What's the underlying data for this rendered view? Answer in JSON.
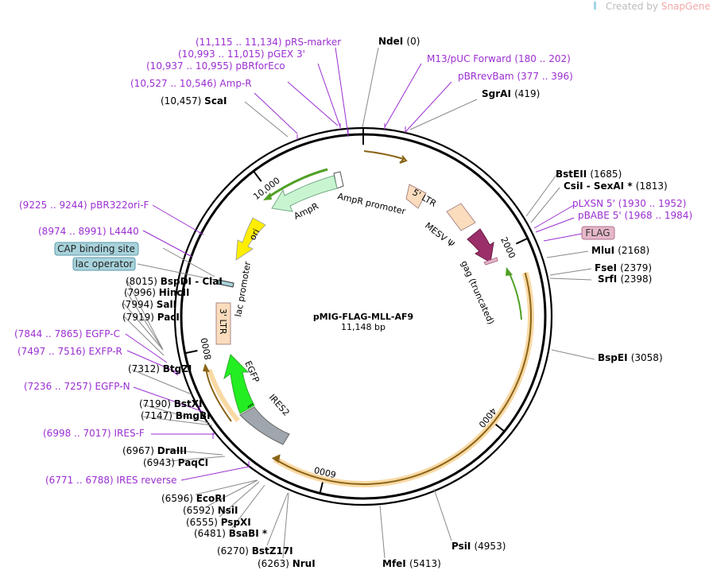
{
  "watermark": {
    "prefix": "Created by ",
    "brand": "SnapGene"
  },
  "plasmid": {
    "name": "pMIG-FLAG-MLL-AF9",
    "size_label": "11,148 bp",
    "length": 11148
  },
  "ticks": [
    {
      "pos": 0,
      "label": ""
    },
    {
      "pos": 2000,
      "label": "2000"
    },
    {
      "pos": 4000,
      "label": "4000"
    },
    {
      "pos": 6000,
      "label": "6000"
    },
    {
      "pos": 8000,
      "label": "8000"
    },
    {
      "pos": 10000,
      "label": "10,000"
    }
  ],
  "sites": [
    {
      "pos_label": "(11,115 .. 11,134)",
      "name": "pRS-marker",
      "kind": "primer",
      "pos": 11124
    },
    {
      "pos_label": "(10,993 .. 11,015)",
      "name": "pGEX 3'",
      "kind": "primer",
      "pos": 11004
    },
    {
      "pos_label": "(10,937 .. 10,955)",
      "name": "pBRforEco",
      "kind": "primer",
      "pos": 10946
    },
    {
      "pos_label": "(10,527 .. 10,546)",
      "name": "Amp-R",
      "kind": "primer",
      "pos": 10536
    },
    {
      "pos_label": "(10,457)",
      "name": "ScaI",
      "kind": "enzyme",
      "pos": 10457
    },
    {
      "pos_label": "(0)",
      "name": "NdeI",
      "kind": "enzyme",
      "pos": 0
    },
    {
      "pos_label": "(180 .. 202)",
      "name": "M13/pUC Forward",
      "kind": "primer",
      "pos": 191
    },
    {
      "pos_label": "(377 .. 396)",
      "name": "pBRrevBam",
      "kind": "primer",
      "pos": 386
    },
    {
      "pos_label": "(419)",
      "name": "SgrAI",
      "kind": "enzyme",
      "pos": 419
    },
    {
      "pos_label": "(1685)",
      "name": "BstEII",
      "kind": "enzyme",
      "pos": 1685
    },
    {
      "pos_label": "(1813)",
      "name": "CsiI  - SexAI *",
      "kind": "enzyme",
      "pos": 1813
    },
    {
      "pos_label": "(1930 .. 1952)",
      "name": "pLXSN 5'",
      "kind": "primer",
      "pos": 1941
    },
    {
      "pos_label": "(1968 .. 1984)",
      "name": "pBABE 5'",
      "kind": "primer",
      "pos": 1976
    },
    {
      "pos_label": "(2168)",
      "name": "MluI",
      "kind": "enzyme",
      "pos": 2168
    },
    {
      "pos_label": "(2379)",
      "name": "FseI",
      "kind": "enzyme",
      "pos": 2379
    },
    {
      "pos_label": "(2398)",
      "name": "SrfI",
      "kind": "enzyme",
      "pos": 2398
    },
    {
      "pos_label": "(3058)",
      "name": "BspEI",
      "kind": "enzyme",
      "pos": 3058
    },
    {
      "pos_label": "(4953)",
      "name": "PsiI",
      "kind": "enzyme",
      "pos": 4953
    },
    {
      "pos_label": "(5413)",
      "name": "MfeI",
      "kind": "enzyme",
      "pos": 5413
    },
    {
      "pos_label": "(6263)",
      "name": "NruI",
      "kind": "enzyme",
      "pos": 6263
    },
    {
      "pos_label": "(6270)",
      "name": "BstZ17I",
      "kind": "enzyme",
      "pos": 6270
    },
    {
      "pos_label": "(6481)",
      "name": "BsaBI *",
      "kind": "enzyme",
      "pos": 6481
    },
    {
      "pos_label": "(6555)",
      "name": "PspXI",
      "kind": "enzyme",
      "pos": 6555
    },
    {
      "pos_label": "(6592)",
      "name": "NsiI",
      "kind": "enzyme",
      "pos": 6592
    },
    {
      "pos_label": "(6596)",
      "name": "EcoRI",
      "kind": "enzyme",
      "pos": 6596
    },
    {
      "pos_label": "(6771 .. 6788)",
      "name": "IRES reverse",
      "kind": "primer",
      "pos": 6780
    },
    {
      "pos_label": "(6943)",
      "name": "PaqCI",
      "kind": "enzyme",
      "pos": 6943
    },
    {
      "pos_label": "(6967)",
      "name": "DraIII",
      "kind": "enzyme",
      "pos": 6967
    },
    {
      "pos_label": "(6998 .. 7017)",
      "name": "IRES-F",
      "kind": "primer",
      "pos": 7008
    },
    {
      "pos_label": "(7147)",
      "name": "BmgBI",
      "kind": "enzyme",
      "pos": 7147
    },
    {
      "pos_label": "(7190)",
      "name": "BstXI",
      "kind": "enzyme",
      "pos": 7190
    },
    {
      "pos_label": "(7236 .. 7257)",
      "name": "EGFP-N",
      "kind": "primer",
      "pos": 7246
    },
    {
      "pos_label": "(7312)",
      "name": "BtgZI",
      "kind": "enzyme",
      "pos": 7312
    },
    {
      "pos_label": "(7497 .. 7516)",
      "name": "EXFP-R",
      "kind": "primer",
      "pos": 7506
    },
    {
      "pos_label": "(7844 .. 7865)",
      "name": "EGFP-C",
      "kind": "primer",
      "pos": 7854
    },
    {
      "pos_label": "(7919)",
      "name": "PacI",
      "kind": "enzyme",
      "pos": 7919
    },
    {
      "pos_label": "(7994)",
      "name": "SalI",
      "kind": "enzyme",
      "pos": 7994
    },
    {
      "pos_label": "(7996)",
      "name": "HincII",
      "kind": "enzyme",
      "pos": 7996
    },
    {
      "pos_label": "(8015)",
      "name": "BspDI  - ClaI",
      "kind": "enzyme",
      "pos": 8015
    },
    {
      "pos_label": "(8974 .. 8991)",
      "name": "L4440",
      "kind": "primer",
      "pos": 8982
    },
    {
      "pos_label": "(9225 .. 9244)",
      "name": "pBR322ori-F",
      "kind": "primer",
      "pos": 9234
    }
  ],
  "boxed_features": [
    {
      "name": "FLAG",
      "fill": "#e6b8c8",
      "stroke": "#b07090"
    },
    {
      "name": "CAP binding site",
      "fill": "#a8d3dc",
      "stroke": "#5a9aa8"
    },
    {
      "name": "lac operator",
      "fill": "#a8d3dc",
      "stroke": "#5a9aa8"
    }
  ],
  "features": [
    {
      "name": "AmpR promoter",
      "color": "#ffffff"
    },
    {
      "name": "AmpR",
      "color": "#c8f5d0"
    },
    {
      "name": "ori",
      "color": "#ffee00"
    },
    {
      "name": "5' LTR",
      "color": "#fbdcbd"
    },
    {
      "name": "MESV Ψ",
      "color": "#ffffff"
    },
    {
      "name": "gag (truncated)",
      "color": "#9a2f6a"
    },
    {
      "name": "lac promoter",
      "color": "#ffffff"
    },
    {
      "name": "3' LTR",
      "color": "#fbdcbd"
    },
    {
      "name": "EGFP",
      "color": "#22ee22"
    },
    {
      "name": "IRES2",
      "color": "#a0a6ad"
    }
  ],
  "colors": {
    "primer": "#9b2fd1",
    "enzyme": "#000000",
    "orf_fill": "#f9d9a4",
    "orf_line": "#8a6418",
    "orf_green_line": "#4fa024",
    "backbone": "#000000"
  }
}
